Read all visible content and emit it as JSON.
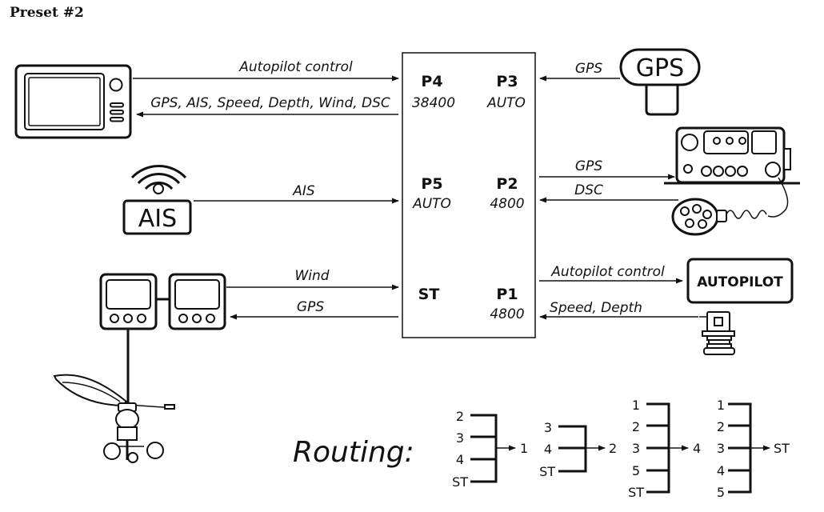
{
  "title": "Preset #2",
  "hub": {
    "ports": [
      {
        "name": "P4",
        "mode": "38400"
      },
      {
        "name": "P3",
        "mode": "AUTO"
      },
      {
        "name": "P5",
        "mode": "AUTO"
      },
      {
        "name": "P2",
        "mode": "4800"
      },
      {
        "name": "ST",
        "mode": ""
      },
      {
        "name": "P1",
        "mode": "4800"
      }
    ]
  },
  "connections": {
    "p4_in": "Autopilot control",
    "p4_out": "GPS, AIS, Speed, Depth, Wind, DSC",
    "p3_in": "GPS",
    "p5_in": "AIS",
    "p2_out": "GPS",
    "p2_in": "DSC",
    "st_in": "Wind",
    "st_out": "GPS",
    "p1_out": "Autopilot control",
    "p1_in": "Speed, Depth"
  },
  "devices": {
    "gps_label": "GPS",
    "ais_label": "AIS",
    "autopilot_label": "AUTOPILOT"
  },
  "routing": {
    "title": "Routing:",
    "groups": [
      {
        "inputs": [
          "2",
          "3",
          "4",
          "ST"
        ],
        "output": "1"
      },
      {
        "inputs": [
          "3",
          "4",
          "ST"
        ],
        "output": "2"
      },
      {
        "inputs": [
          "1",
          "2",
          "3",
          "5",
          "ST"
        ],
        "output": "4"
      },
      {
        "inputs": [
          "1",
          "2",
          "3",
          "4",
          "5"
        ],
        "output": "ST"
      }
    ]
  }
}
